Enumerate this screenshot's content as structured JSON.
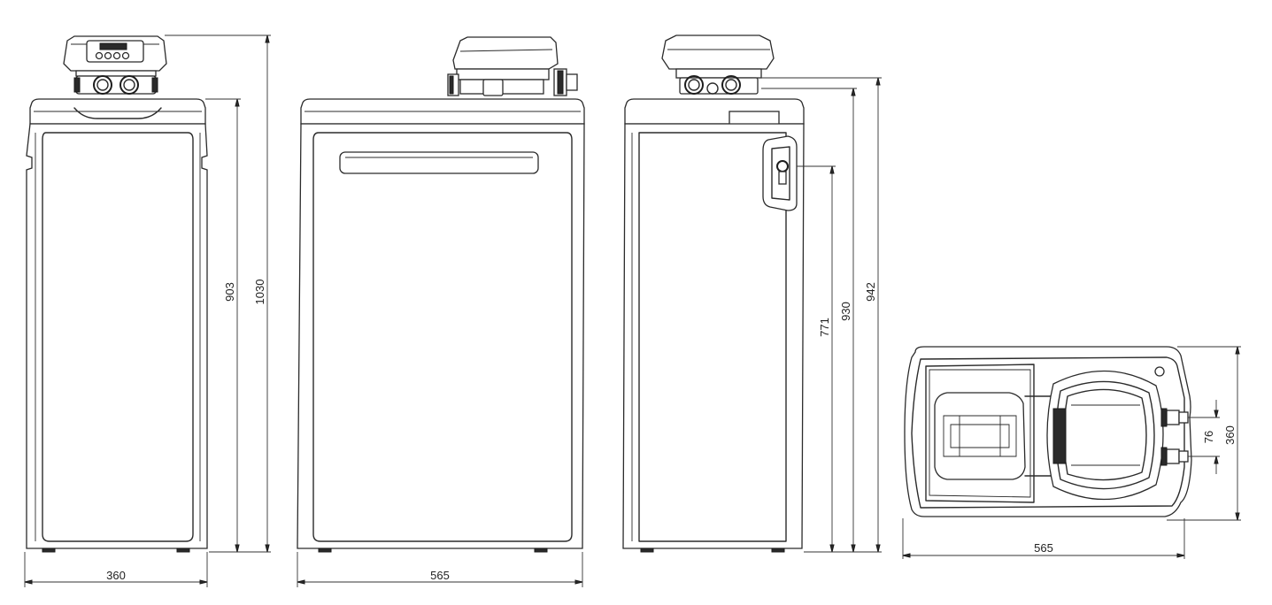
{
  "figure": {
    "dimensions": {
      "front_width": "360",
      "front_height_body": "903",
      "front_height_total": "1030",
      "side_width": "565",
      "outlet_height": "771",
      "inlet_height": "930",
      "valve_height": "942",
      "top_width": "565",
      "top_depth": "360",
      "port_spacing": "76"
    }
  }
}
